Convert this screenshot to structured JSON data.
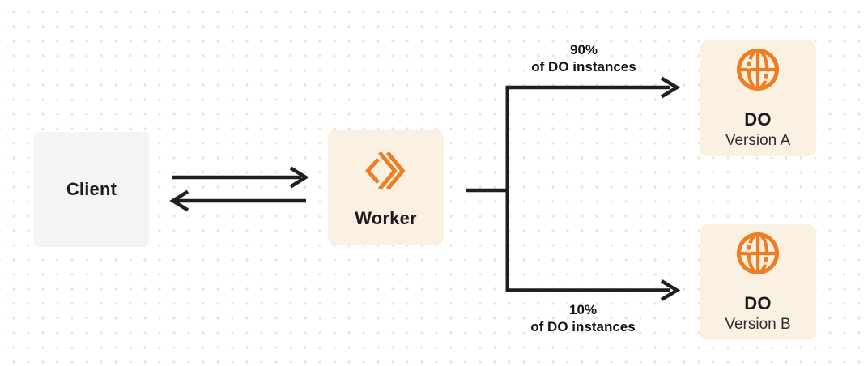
{
  "nodes": {
    "client": {
      "label": "Client"
    },
    "worker": {
      "label": "Worker"
    },
    "do_version_a": {
      "title": "DO",
      "subtitle": "Version A"
    },
    "do_version_b": {
      "title": "DO",
      "subtitle": "Version B"
    }
  },
  "flow_labels": {
    "to_version_a": {
      "percent": "90%",
      "caption": "of DO instances"
    },
    "to_version_b": {
      "percent": "10%",
      "caption": "of DO instances"
    }
  },
  "icons": {
    "worker": "workers-chevrons-icon",
    "durable_object": "globe-icon"
  },
  "colors": {
    "accent_orange": "#EE7D23",
    "panel_cream": "#FBF1E2",
    "panel_gray": "#F4F4F5",
    "connector_dark": "#1F1F1F",
    "grid_dot": "#E4E4E7",
    "background": "#FFFFFF"
  }
}
